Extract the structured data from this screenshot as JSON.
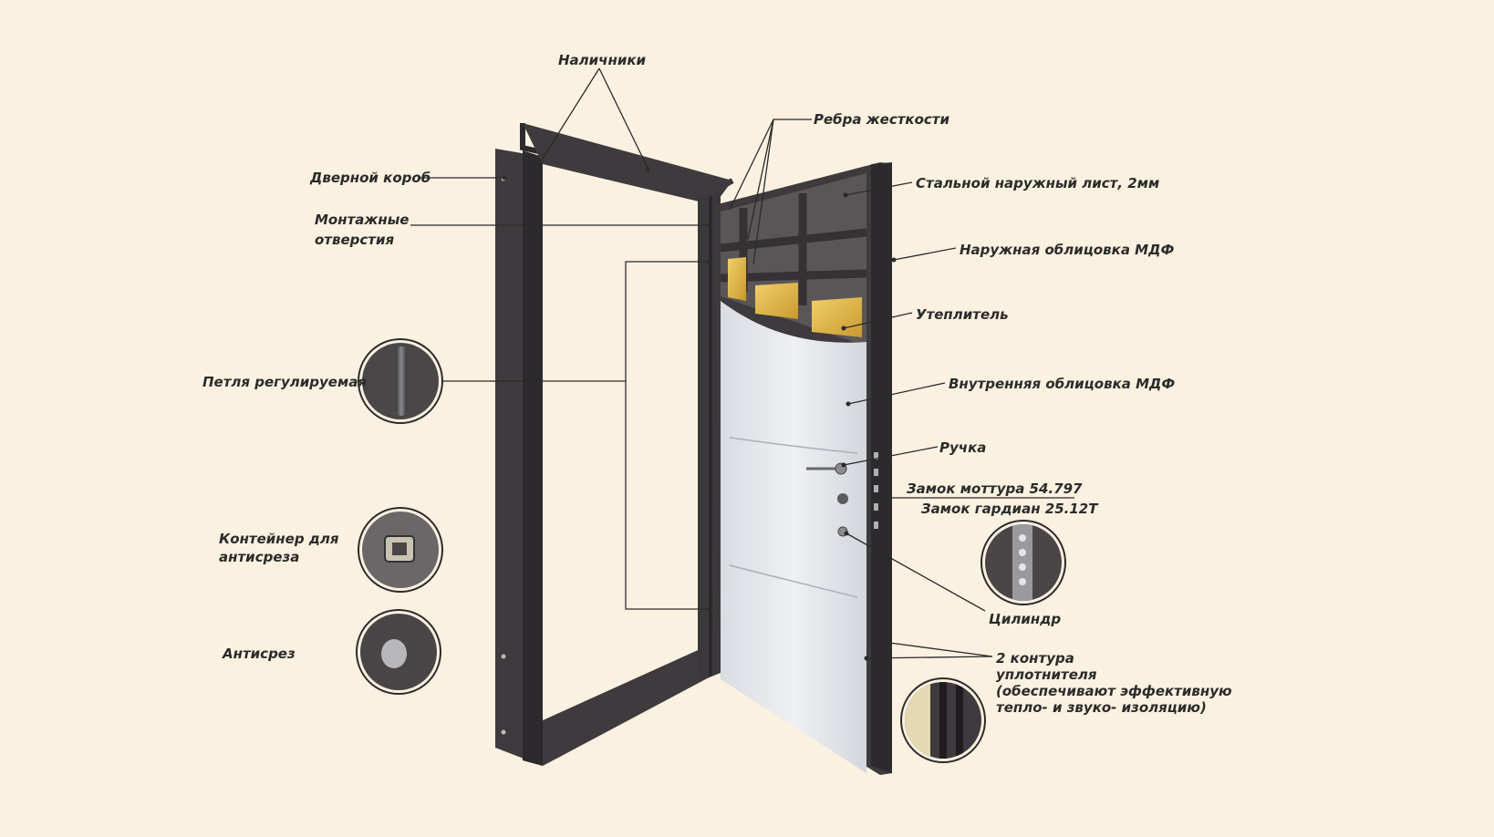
{
  "labels": {
    "nalichniki": "Наличники",
    "rebra": "Ребра жесткости",
    "dvernoy_korob": "Дверной короб",
    "stalnoy_list": "Стальной наружный лист, 2мм",
    "montazhnye_1": "Монтажные",
    "montazhnye_2": "отверстия",
    "naruzhnaya_mdf": "Наружная облицовка МДФ",
    "uteplitel": "Утеплитель",
    "petlya": "Петля регулируемая",
    "vnutrennyaya_mdf": "Внутренняя облицовка МДФ",
    "ruchka": "Ручка",
    "zamok_mottura": "Замок моттура 54.797",
    "zamok_gardian": "Замок гардиан 25.12Т",
    "konteyner_1": "Контейнер для",
    "konteyner_2": "антисреза",
    "tsilindr": "Цилиндр",
    "antisrez": "Антисрез",
    "uplotnitel_1": "2 контура",
    "uplotnitel_2": "уплотнителя",
    "uplotnitel_3": "(обеспечивают эффективную",
    "uplotnitel_4": "тепло- и звуко- изоляцию)"
  },
  "colors": {
    "background": "#fbf1e1",
    "frame": "#3e3a3d",
    "frame_dark": "#2c2a2c",
    "panel_mdf": "#e4e6ea",
    "insulation": "#e0b64a",
    "text": "#2b2b2b"
  }
}
